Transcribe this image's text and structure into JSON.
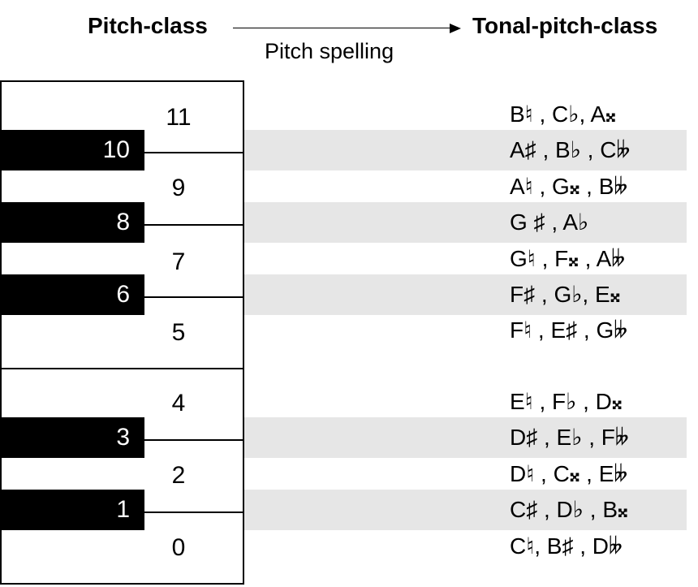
{
  "header": {
    "left_title": "Pitch-class",
    "right_title": "Tonal-pitch-class",
    "arrow_label": "Pitch spelling"
  },
  "keyboard": {
    "white_keys": [
      {
        "pc": "11"
      },
      {
        "pc": "9"
      },
      {
        "pc": "7"
      },
      {
        "pc": "5"
      },
      {
        "pc": "4"
      },
      {
        "pc": "2"
      },
      {
        "pc": "0"
      }
    ],
    "black_keys": [
      {
        "pc": "10"
      },
      {
        "pc": "8"
      },
      {
        "pc": "6"
      },
      {
        "pc": "3"
      },
      {
        "pc": "1"
      }
    ]
  },
  "spellings": [
    {
      "pc": "11",
      "text": "B♮ , C♭, A𝄪"
    },
    {
      "pc": "10",
      "text": "A♯ , B♭ , C𝄫"
    },
    {
      "pc": "9",
      "text": "A♮ , G𝄪 , B𝄫"
    },
    {
      "pc": "8",
      "text": "G ♯ , A♭"
    },
    {
      "pc": "7",
      "text": "G♮ , F𝄪 , A𝄫"
    },
    {
      "pc": "6",
      "text": "F♯ , G♭, E𝄪"
    },
    {
      "pc": "5",
      "text": "F♮ , E♯ , G𝄫"
    },
    {
      "pc": "4",
      "text": "E♮ , F♭ , D𝄪"
    },
    {
      "pc": "3",
      "text": "D♯ , E♭ , F𝄫"
    },
    {
      "pc": "2",
      "text": "D♮ , C𝄪 , E𝄫"
    },
    {
      "pc": "1",
      "text": "C♯ , D♭ , B𝄪"
    },
    {
      "pc": "0",
      "text": "C♮, B♯ , D𝄫"
    }
  ]
}
